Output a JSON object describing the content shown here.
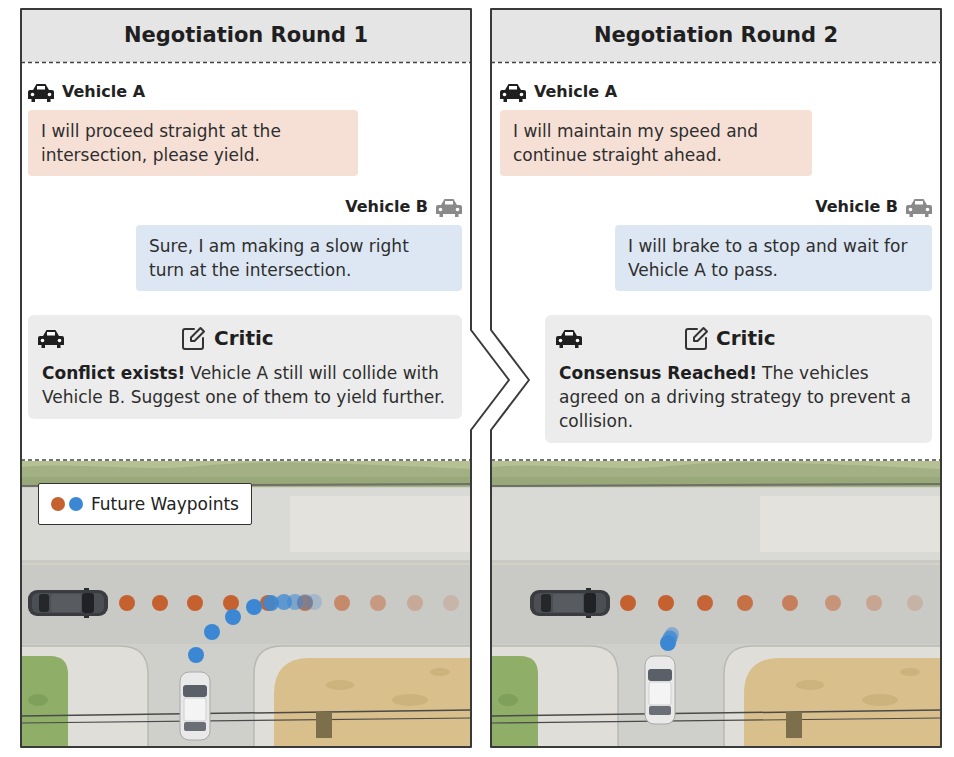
{
  "diagram": {
    "nodes": [
      {
        "text": [
          "Negotiation Round 1"
        ]
      },
      {
        "text": [
          "Vehicle A",
          "I will proceed straight at the intersection, please yield."
        ],
        "in": 0
      },
      {
        "text": [
          "Vehicle B",
          "Sure, I am making a slow right turn at the intersection."
        ],
        "in": 0
      },
      {
        "text": [
          "Critic",
          "Conflict exists!",
          "Vehicle A still will collide with Vehicle B. Suggest one of them to yield further."
        ],
        "in": 0
      },
      {
        "text": [
          "Negotiation Round 2"
        ]
      },
      {
        "text": [
          "Vehicle A",
          "I will maintain my speed and continue straight ahead."
        ],
        "in": 4
      },
      {
        "text": [
          "Vehicle B",
          "I will brake to a stop and wait for Vehicle A to pass."
        ],
        "in": 4
      },
      {
        "text": [
          "Critic",
          "Consensus Reached!",
          "The vehicles agreed on a driving strategy to prevent a collision."
        ],
        "in": 4
      }
    ],
    "legend": [
      {
        "text": "Future Waypoints"
      }
    ]
  }
}
